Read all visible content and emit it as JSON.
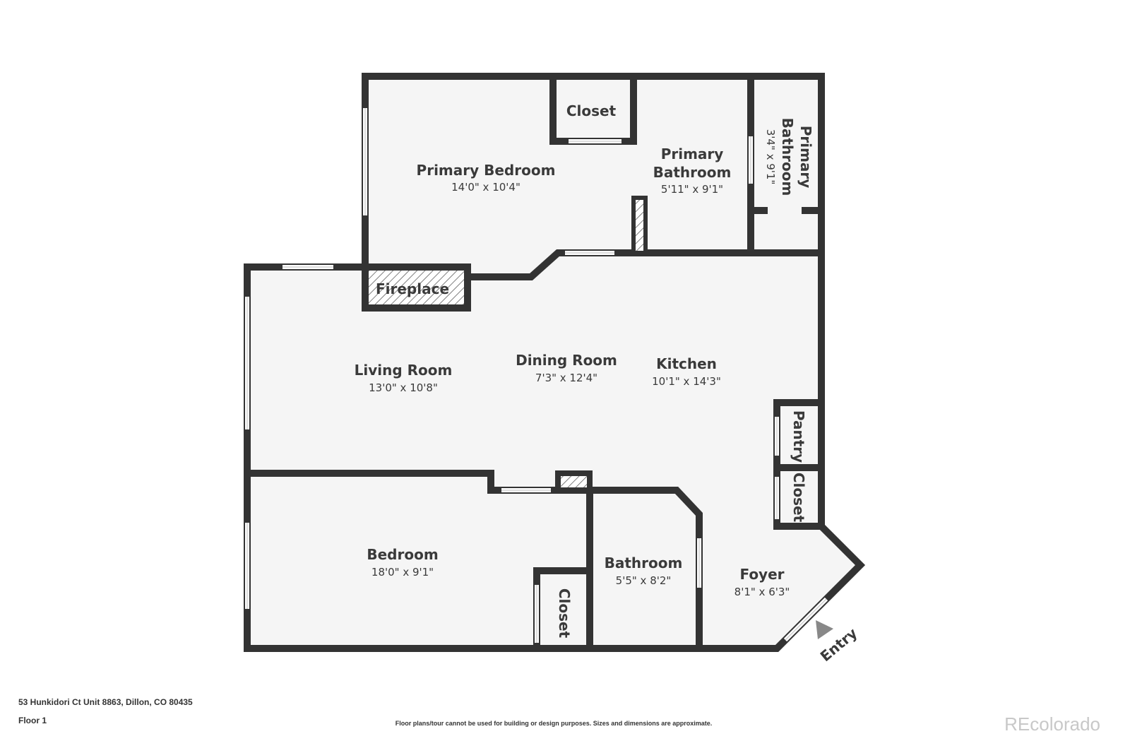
{
  "rooms": {
    "primary_bedroom": {
      "name": "Primary Bedroom",
      "dims": "14'0\" x 10'4\""
    },
    "closet_top": {
      "name": "Closet"
    },
    "primary_bathroom": {
      "name1": "Primary",
      "name2": "Bathroom",
      "dims": "5'11\" x 9'1\""
    },
    "primary_bathroom_small": {
      "name1": "Primary",
      "name2": "Bathroom",
      "dims": "3'4\" x 9'1\""
    },
    "fireplace": {
      "name": "Fireplace"
    },
    "living_room": {
      "name": "Living Room",
      "dims": "13'0\" x 10'8\""
    },
    "dining_room": {
      "name": "Dining Room",
      "dims": "7'3\" x 12'4\""
    },
    "kitchen": {
      "name": "Kitchen",
      "dims": "10'1\" x 14'3\""
    },
    "pantry": {
      "name": "Pantry"
    },
    "closet_kitchen": {
      "name": "Closet"
    },
    "bedroom": {
      "name": "Bedroom",
      "dims": "18'0\" x 9'1\""
    },
    "closet_bedroom": {
      "name": "Closet"
    },
    "bathroom": {
      "name": "Bathroom",
      "dims": "5'5\" x 8'2\""
    },
    "foyer": {
      "name": "Foyer",
      "dims": "8'1\" x 6'3\""
    },
    "entry": {
      "name": "Entry"
    }
  },
  "footer": {
    "address": "53 Hunkidori Ct Unit 8863, Dillon, CO 80435",
    "floor": "Floor 1",
    "disclaimer": "Floor plans/tour cannot be used for building or design purposes. Sizes and dimensions are approximate.",
    "brand": "REcolorado"
  },
  "colors": {
    "wall": "#333333",
    "floor": "#f5f5f5"
  }
}
